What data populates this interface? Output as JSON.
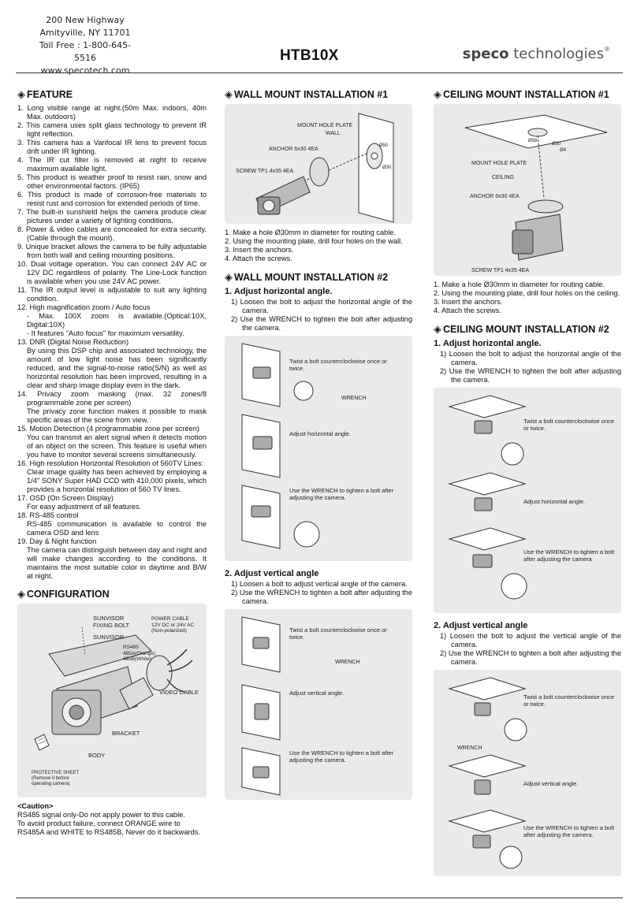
{
  "header": {
    "address_lines": [
      "200 New Highway",
      "Amityville, NY 11701",
      "Toll Free : 1-800-645-5516",
      "www.specotech.com"
    ],
    "model": "HTB10X",
    "brand_bold": "speco",
    "brand_rest": "technologies"
  },
  "feature": {
    "title": "FEATURE",
    "items": [
      "1. Long visible range at night.(50m Max. indoors, 40m Max. outdoors)",
      "2. This camera uses split glass technology to prevent IR light reflection.",
      "3. This camera has a Varifocal IR lens to prevent focus drift under IR lighting.",
      "4. The IR cut filter is removed at night to receive maximum available light.",
      "5. This product is weather proof to resist rain, snow and other environmental factors. (IP65)",
      "6. This product is made of corrosion-free materials to resist rust and corrosion for extended periods of time.",
      "7. The built-in sunshield helps the camera produce clear pictures under a variety of lighting conditions.",
      "8. Power & video cables are concealed for extra security. (Cable through the mount).",
      "9. Unique bracket allows the camera to be fully adjustable from both wall and ceiling mounting positions.",
      "10. Dual voltage operation. You can connect 24V AC or 12V DC regardless of polarity. The Line-Lock function is available when you use 24V AC power.",
      "11. The IR output level is adjustable to suit any lighting condition.",
      "12. High magnification zoom / Auto focus\n- Max. 100X zoom is available.(Optical:10X, Digital:10X)\n- It features \"Auto focus\" for maximum versatility.",
      "13. DNR (Digital Noise Reduction)\nBy using this DSP chip and associated technology, the amount of low light noise has been significantly reduced, and the signal-to-noise ratio(S/N) as well as horizontal resolution has been improved, resulting in a clear and sharp image display even in the dark.",
      "14. Privacy zoom masking (max. 32 zones/8 programmable zone per screen)\nThe privacy zone function makes it possible to mask specific areas of the scene from view.",
      "15. Motion Detection (4 programmable zone per screen)\nYou can transmit an alert signal when it detects motion of an object on the screen. This feature is useful when you have to monitor several screens simultaneously.",
      "16. High resolution Horizontal Resolution of 560TV Lines:\nClear image quality has been achieved by employing a 1/4\" SONY Super HAD CCD with 410,000 pixels, which provides a horizontal resolution of 560 TV lines.",
      "17. OSD (On Screen Display)\nFor easy adjustment of all features.",
      "18. RS-485 control\nRS-485 communication is available to control the camera OSD and lens",
      "19. Day & Night function\nThe camera can distinguish between day and night and will make changes according to the conditions. It maintains the most suitable color in daytime and B/W at night."
    ]
  },
  "configuration": {
    "title": "CONFIGURATION",
    "labels": {
      "sunvisor_bolt": "SUNVISOR\nFIXING BOLT",
      "sunvisor": "SUNVISOR",
      "power_cable": "POWER CABLE\n12V DC or 24V AC\n(Non-polarized)",
      "rs485": "RS485\n485A(Orange)\n485B(White)",
      "video_cable": "VIDEO CABLE",
      "bracket": "BRACKET",
      "body": "BODY",
      "protective_sheet": "PROTECTIVE SHEET\n(Remove it before\noperating camera)"
    },
    "caution_title": "<Caution>",
    "caution_lines": [
      "RS485 signal only-Do not apply power to this cable.",
      "To avoid product failure, connect ORANGE wire to RS485A and WHITE to RS485B, Never do it backwards."
    ]
  },
  "wall1": {
    "title": "WALL MOUNT INSTALLATION #1",
    "labels": {
      "plate": "MOUNT HOLE PLATE",
      "wall": "WALL",
      "anchor": "ANCHOR 6x30 4EA",
      "screw": "SCREW TP1 4x35 4EA",
      "d30": "Ø30",
      "d50": "Ø50"
    },
    "steps": [
      "1. Make a hole Ø30mm in diameter for routing cable.",
      "2. Using the mounting plate, drill four holes on the wall.",
      "3. Insert the anchors.",
      "4. Attach the screws."
    ]
  },
  "wall2": {
    "title": "WALL MOUNT INSTALLATION #2",
    "h_title": "1. Adjust horizontal angle.",
    "h_steps": [
      "1) Loosen the bolt to adjust the horizontal angle of the camera.",
      "2) Use the WRENCH to tighten the bolt after adjusting the camera."
    ],
    "h_labels": {
      "twist": "Twist a bolt counterclockwise once or twice.",
      "wrench": "WRENCH",
      "adjust": "Adjust horizontal angle.",
      "tighten": "Use the WRENCH to tighten a bolt after adjusting the camera."
    },
    "v_title": "2. Adjust vertical angle",
    "v_steps": [
      "1) Loosen a bolt to adjust vertical angle of the camera.",
      "2) Use the WRENCH to tighten a bolt after adjusting the camera."
    ],
    "v_labels": {
      "twist": "Twist a bolt counterclockwise once or twice.",
      "wrench": "WRENCH",
      "adjust": "Adjust vertical angle.",
      "tighten": "Use the WRENCH to tighten a bolt after adjusting the camera."
    }
  },
  "ceiling1": {
    "title": "CEILING MOUNT INSTALLATION #1",
    "labels": {
      "plate": "MOUNT HOLE PLATE",
      "ceiling": "CEILING",
      "anchor": "ANCHOR 6x30 4EA",
      "screw": "SCREW TP1 4x35 4EA",
      "d30": "Ø30",
      "d58": "Ø58",
      "d4": "Ø4"
    },
    "steps": [
      "1. Make a hole Ø30mm in diameter for routing cable.",
      "2. Using the mounting plate, drill four holes on the ceiling.",
      "3. Insert the anchors.",
      "4. Attach the screws."
    ]
  },
  "ceiling2": {
    "title": "CEILING MOUNT INSTALLATION #2",
    "h_title": "1. Adjust horizontal angle.",
    "h_steps": [
      "1) Loosen the bolt to adjust the horizontal angle of the camera.",
      "2) Use the WRENCH to tighten the bolt after adjusting the camera."
    ],
    "h_labels": {
      "twist": "Twist a bolt counterclockwise once or twice.",
      "adjust": "Adjust horizontal angle.",
      "tighten": "Use the WRENCH to tighten a bolt after adjusting the camera"
    },
    "v_title": "2. Adjust vertical angle",
    "v_steps": [
      "1) Loosen the bolt to adjust the vertical angle of the camera.",
      "2) Use the WRENCH to tighten a bolt after adjusting the camera."
    ],
    "v_labels": {
      "twist": "Twist a bolt counterclockwise once or twice.",
      "wrench": "WRENCH",
      "adjust": "Adjust vertical angle.",
      "tighten": "Use the WRENCH to tighten a bolt after adjusting the camera."
    }
  }
}
